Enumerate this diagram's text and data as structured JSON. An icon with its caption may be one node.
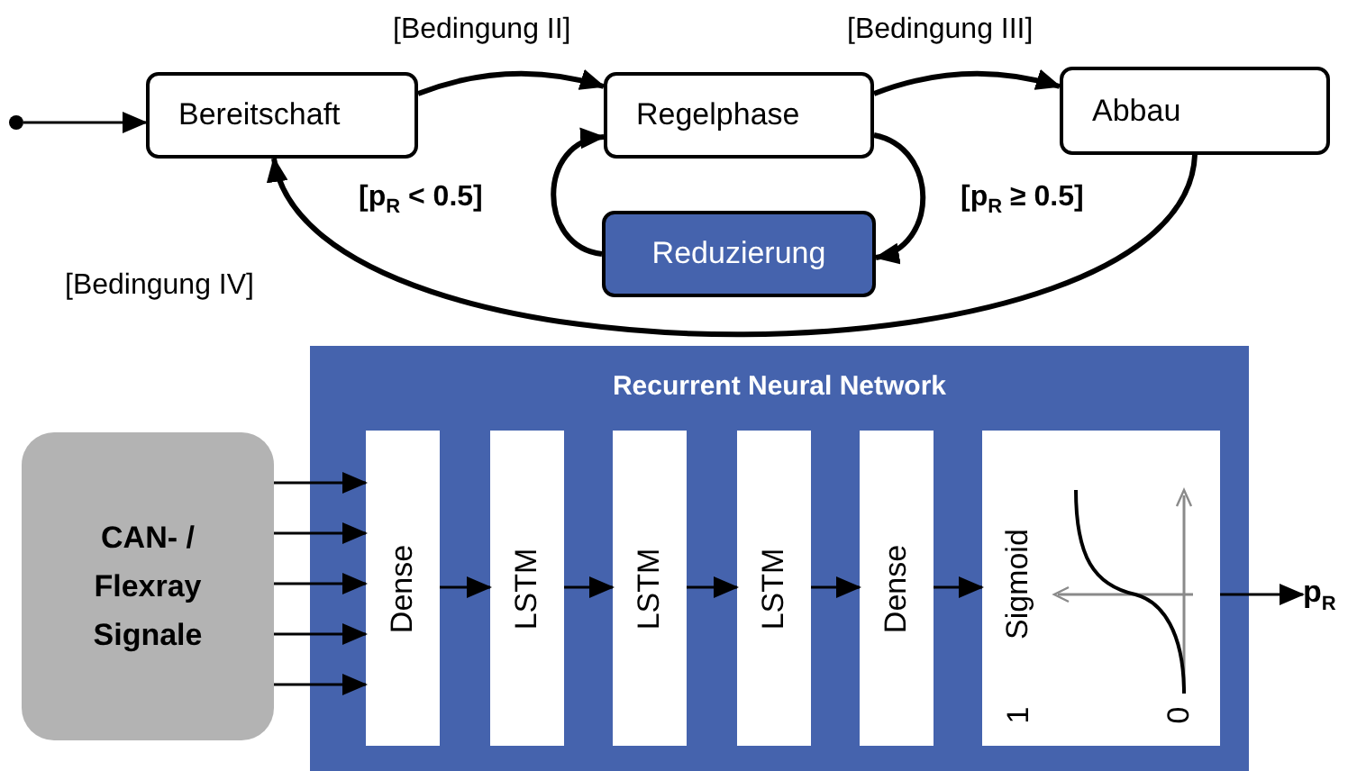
{
  "diagram": {
    "nodes": [
      {
        "text": [],
        "shape": "circle"
      },
      {
        "text": [
          "Bereitschaft"
        ]
      },
      {
        "text": [
          "Regelphase"
        ]
      },
      {
        "text": [
          "Abbau"
        ]
      },
      {
        "text": [
          "Reduzierung"
        ]
      },
      {
        "text": [
          "CAN- / Flexray Signale"
        ]
      },
      {
        "text": [
          "Recurrent Neural Network"
        ]
      },
      {
        "text": [
          "Dense"
        ],
        "in": 6
      },
      {
        "text": [
          "LSTM"
        ],
        "in": 6
      },
      {
        "text": [
          "LSTM"
        ],
        "in": 6
      },
      {
        "text": [
          "LSTM"
        ],
        "in": 6
      },
      {
        "text": [
          "Dense"
        ],
        "in": 6
      },
      {
        "text": [
          "Sigmoid"
        ],
        "in": 6
      },
      {
        "text": [
          "p$_{R}$"
        ]
      }
    ],
    "edges": [
      {
        "from": 0,
        "to": 1,
        "arrow": "to"
      },
      {
        "from": 1,
        "to": 2,
        "arrow": "to",
        "label": "[Bedingung II]"
      },
      {
        "from": 2,
        "to": 3,
        "arrow": "to",
        "label": "[Bedingung III]"
      },
      {
        "from": 2,
        "to": 4,
        "arrow": "to",
        "label": "[p$_{R}$ ≥ 0.5]"
      },
      {
        "from": 4,
        "to": 2,
        "arrow": "to",
        "label": "[p$_{R}$ < 0.5]"
      },
      {
        "from": 3,
        "to": 1,
        "arrow": "to",
        "label": "[Bedingung IV]"
      },
      {
        "from": 5,
        "to": 7,
        "arrow": "to"
      },
      {
        "from": 5,
        "to": 7,
        "arrow": "to"
      },
      {
        "from": 5,
        "to": 7,
        "arrow": "to"
      },
      {
        "from": 5,
        "to": 7,
        "arrow": "to"
      },
      {
        "from": 5,
        "to": 7,
        "arrow": "to"
      },
      {
        "from": 7,
        "to": 8,
        "arrow": "to"
      },
      {
        "from": 8,
        "to": 9,
        "arrow": "to"
      },
      {
        "from": 9,
        "to": 10,
        "arrow": "to"
      },
      {
        "from": 10,
        "to": 11,
        "arrow": "to"
      },
      {
        "from": 11,
        "to": 12,
        "arrow": "to"
      },
      {
        "from": 12,
        "to": 13,
        "arrow": "to"
      }
    ],
    "labels": [
      "1",
      "0"
    ]
  }
}
